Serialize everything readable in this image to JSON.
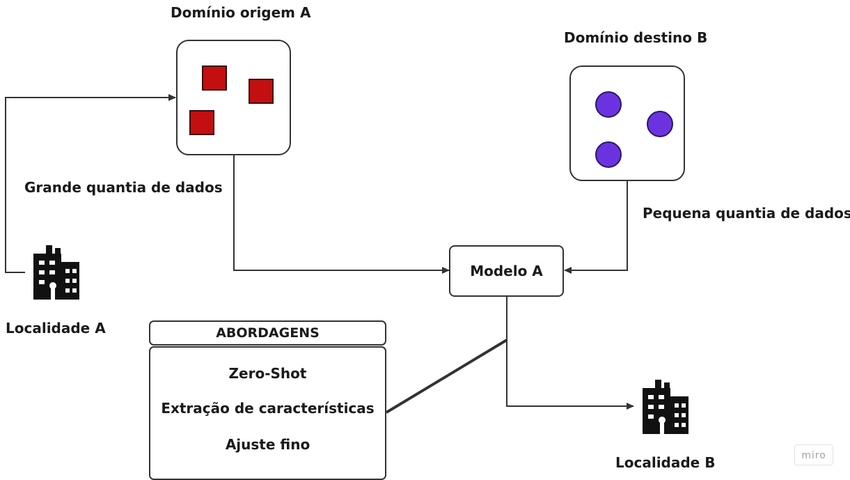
{
  "source": {
    "title": "Domínio origem A",
    "caption": "Grande quantia de dados"
  },
  "target": {
    "title": "Domínio destino B",
    "caption": "Pequena quantia de dados"
  },
  "model": {
    "label": "Modelo A"
  },
  "locations": {
    "a": "Localidade A",
    "b": "Localidade B"
  },
  "approaches": {
    "header": "ABORDAGENS",
    "items": [
      "Zero-Shot",
      "Extração de características",
      "Ajuste fino"
    ]
  },
  "watermark": "miro",
  "colors": {
    "square": "#c30f0f",
    "circle": "#6b33e0",
    "line": "#333333"
  },
  "icons": {
    "building": "building-icon"
  }
}
